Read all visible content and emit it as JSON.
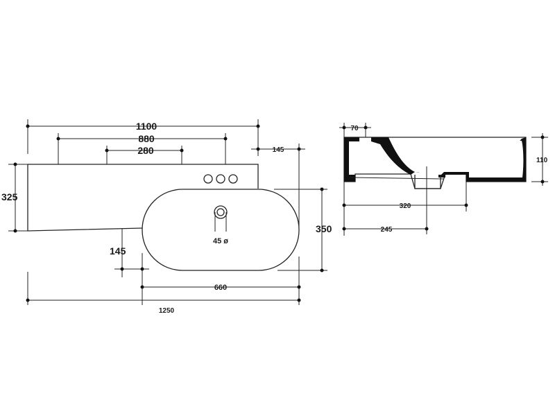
{
  "plan_view": {
    "dims": {
      "total_width": "1100",
      "tap_spacing_outer": "880",
      "tap_spacing_inner": "280",
      "right_offset": "145",
      "depth_left": "325",
      "bowl_depth": "350",
      "left_bottom_offset": "145",
      "bowl_length": "660",
      "overall_length": "1250",
      "waste_diameter": "45 ø"
    }
  },
  "section_view": {
    "dims": {
      "rim_width": "70",
      "height": "110",
      "waste_offset": "320",
      "drain_offset": "245"
    }
  },
  "colors": {
    "ink": "#222222",
    "fill": "#111111",
    "paper": "#ffffff"
  }
}
